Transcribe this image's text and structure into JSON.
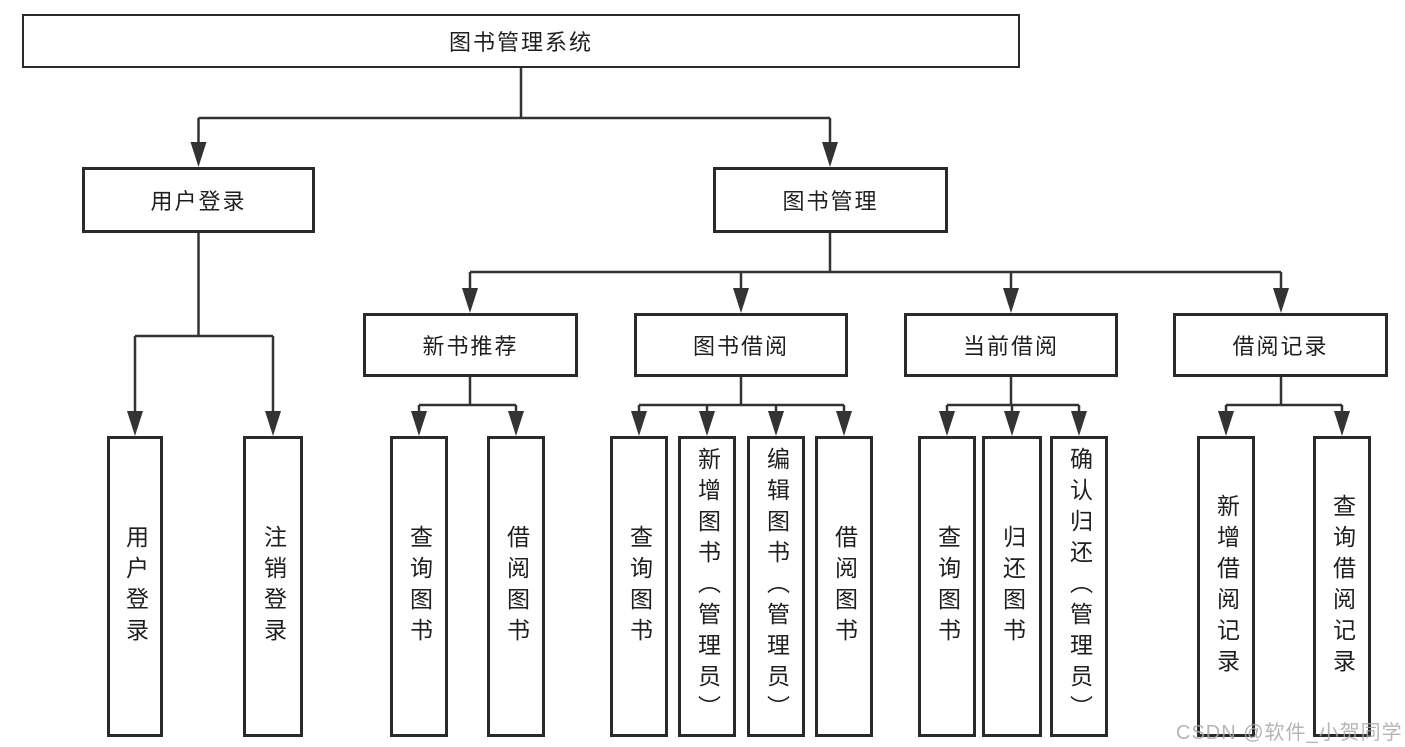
{
  "diagram_title": "图书管理系统",
  "tree": {
    "root": "图书管理系统",
    "user_login": {
      "label": "用户登录",
      "children": {
        "login": "用户登录",
        "logout": "注销登录"
      }
    },
    "book_mgmt": {
      "label": "图书管理",
      "new_book_rec": {
        "label": "新书推荐",
        "children": {
          "query": "查询图书",
          "borrow": "借阅图书"
        }
      },
      "book_borrow": {
        "label": "图书借阅",
        "children": {
          "query": "查询图书",
          "add": "新增图书（管理员）",
          "edit": "编辑图书（管理员）",
          "borrow": "借阅图书"
        }
      },
      "current_borrow": {
        "label": "当前借阅",
        "children": {
          "query": "查询图书",
          "return": "归还图书",
          "confirm": "确认归还（管理员）"
        }
      },
      "borrow_records": {
        "label": "借阅记录",
        "children": {
          "add": "新增借阅记录",
          "query": "查询借阅记录"
        }
      }
    }
  },
  "watermark": "CSDN @软件_小贺同学",
  "colors": {
    "line": "#333333",
    "box_border": "#2a2a2a",
    "text": "#1f1f1f",
    "watermark": "#a9a9a9",
    "background": "#ffffff"
  }
}
